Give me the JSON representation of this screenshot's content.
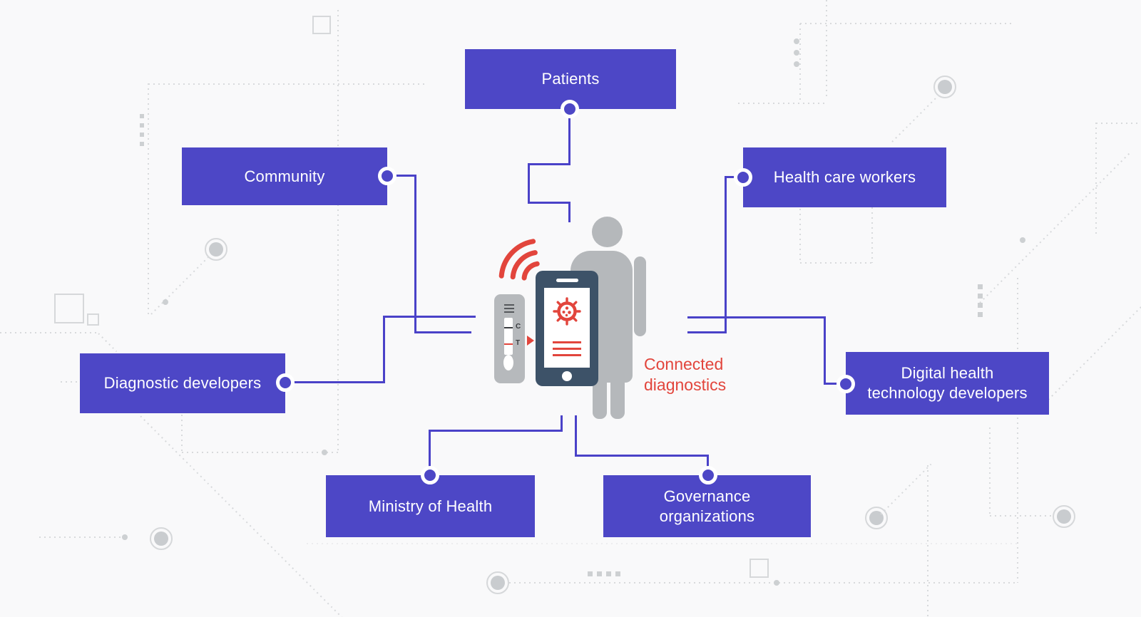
{
  "figure": {
    "caption": {
      "line1": "Connected",
      "line2": "diagnostics"
    },
    "test_cassette": {
      "control_label": "C",
      "test_label": "T"
    },
    "icons": [
      "wifi-signal-icon",
      "virus-icon",
      "smartphone-illustration",
      "lateral-flow-test",
      "person-figure"
    ]
  },
  "boxes": {
    "patients": {
      "label": "Patients"
    },
    "community": {
      "label": "Community"
    },
    "health_care_workers": {
      "label": "Health care workers"
    },
    "diagnostic_developers": {
      "label": "Diagnostic developers"
    },
    "digital_health": {
      "label": "Digital health technology developers"
    },
    "ministry_of_health": {
      "label": "Ministry of Health"
    },
    "governance": {
      "label": "Governance organizations"
    }
  },
  "colors": {
    "box_purple": "#4d47c6",
    "connector_purple": "#4a42c8",
    "accent_red": "#e2453c",
    "figure_gray": "#b5b8bb",
    "phone_slate": "#3d5268",
    "pattern_gray": "#d8dadc",
    "background": "#f9f9fa"
  }
}
